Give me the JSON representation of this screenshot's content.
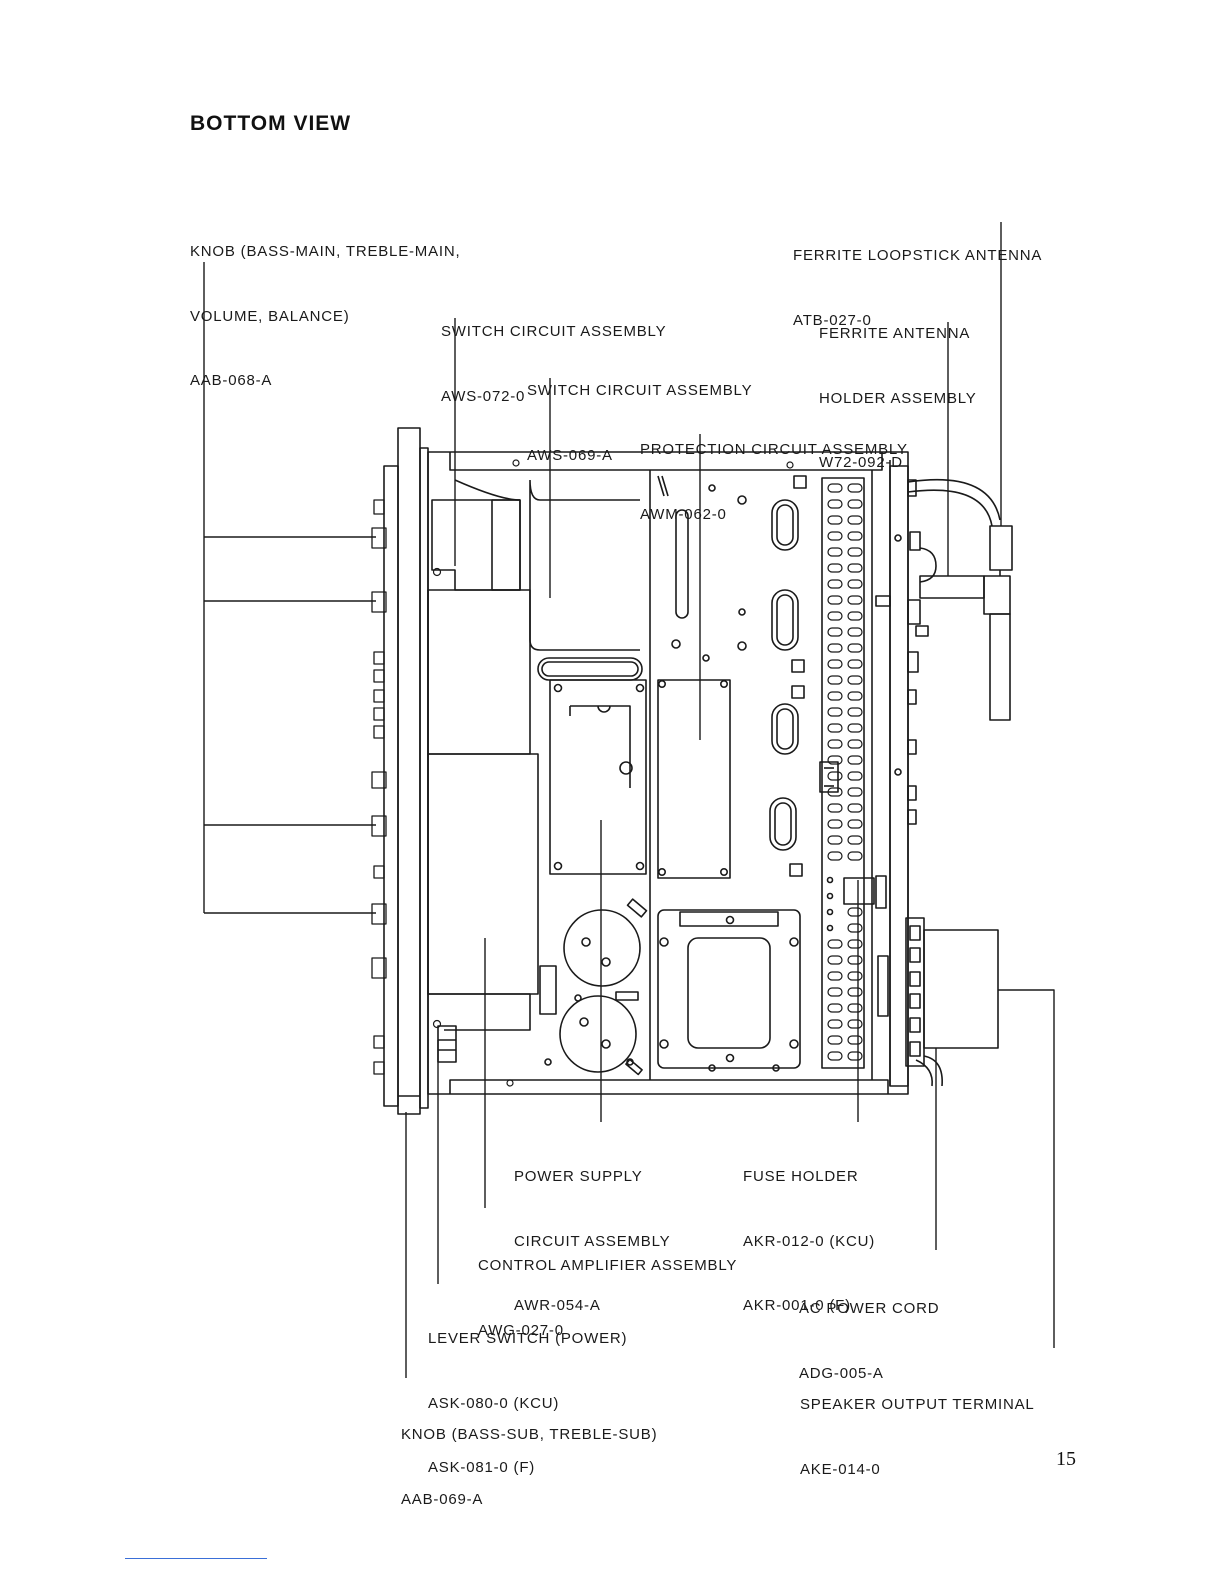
{
  "page_title": "BOTTOM VIEW",
  "page_number": "15",
  "labels": {
    "knob_main": [
      "KNOB (BASS-MAIN, TREBLE-MAIN,",
      "VOLUME, BALANCE)",
      "AAB-068-A"
    ],
    "switch_072": [
      "SWITCH CIRCUIT ASSEMBLY",
      "AWS-072-0"
    ],
    "switch_069": [
      "SWITCH CIRCUIT ASSEMBLY",
      "AWS-069-A"
    ],
    "protection": [
      "PROTECTION CIRCUIT ASSEMBLY",
      "AWM-062-0"
    ],
    "ferrite_loopstick": [
      "FERRITE LOOPSTICK ANTENNA",
      "ATB-027-0"
    ],
    "ferrite_holder": [
      "FERRITE ANTENNA",
      "HOLDER ASSEMBLY",
      "W72-092-D"
    ],
    "power_supply": [
      "POWER SUPPLY",
      "CIRCUIT ASSEMBLY",
      "AWR-054-A"
    ],
    "fuse_holder": [
      "FUSE HOLDER",
      "AKR-012-0 (KCU)",
      "AKR-001-0 (F)"
    ],
    "control_amp": [
      "CONTROL AMPLIFIER ASSEMBLY",
      "AWG-027-0"
    ],
    "ac_cord": [
      "AC POWER CORD",
      "ADG-005-A"
    ],
    "lever_switch": [
      "LEVER SWITCH (POWER)",
      "ASK-080-0 (KCU)",
      "ASK-081-0 (F)"
    ],
    "speaker_terminal": [
      "SPEAKER OUTPUT TERMINAL",
      "AKE-014-0"
    ],
    "knob_sub": [
      "KNOB (BASS-SUB, TREBLE-SUB)",
      "AAB-069-A"
    ]
  }
}
